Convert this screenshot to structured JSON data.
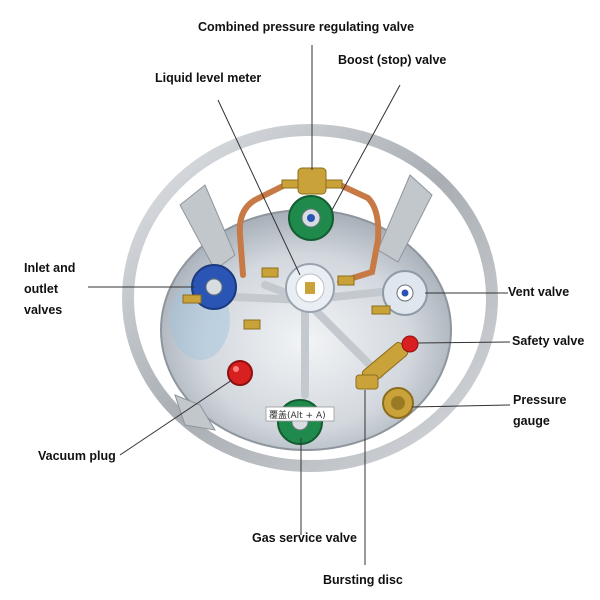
{
  "labels": {
    "combined_valve": "Combined pressure regulating valve",
    "boost_valve": "Boost (stop) valve",
    "liquid_level": "Liquid level meter",
    "inlet_outlet": "Inlet and outlet valves",
    "vent_valve": "Vent valve",
    "safety_valve": "Safety valve",
    "pressure_gauge": "Pressure gauge",
    "vacuum_plug": "Vacuum plug",
    "gas_service": "Gas service valve",
    "bursting_disc": "Bursting disc"
  },
  "tag_text": "覆盖(Alt + A)",
  "icons": [
    "boost-handwheel",
    "inlet-handwheel",
    "vent-handwheel",
    "gas-service-handwheel"
  ],
  "colors": {
    "green_wheel": "#1f8a4c",
    "blue_wheel": "#2a55b5",
    "white_wheel": "#dfe6ee",
    "red_plug": "#d82020",
    "brass": "#c9a23a",
    "copper": "#c77a45",
    "steel": "#b8bcc2",
    "leader": "#333333"
  }
}
